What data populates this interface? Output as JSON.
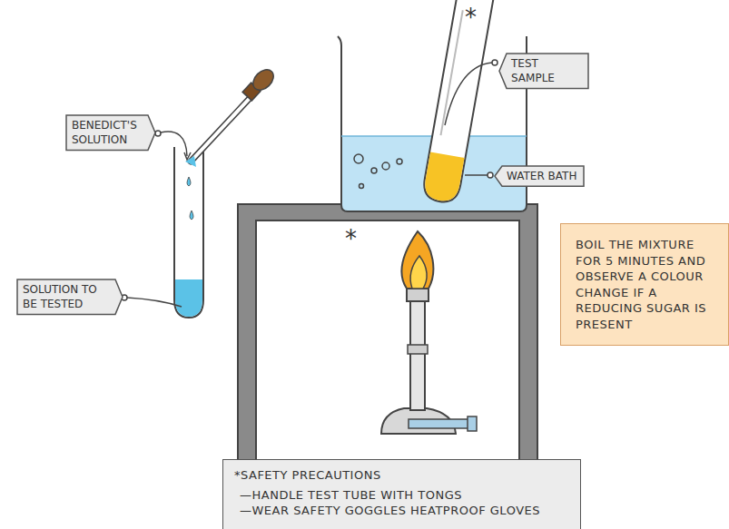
{
  "diagram": {
    "nodes": [
      {
        "text": [
          "BENEDICT'S SOLUTION"
        ]
      },
      {
        "text": [
          "TEST SAMPLE"
        ]
      },
      {
        "text": [
          "WATER BATH"
        ]
      },
      {
        "text": [
          "SOLUTION TO BE TESTED"
        ]
      },
      {
        "text": [
          "BOIL THE MIXTURE FOR 5 MINUTES AND OBSERVE A COLOUR CHANGE IF A REDUCING SUGAR IS PRESENT"
        ]
      },
      {
        "text": [
          "*SAFETY PRECAUTIONS",
          "—HANDLE TEST TUBE WITH TONGS",
          "—WEAR SAFETY GOGGLES HEATPROOF GLOVES"
        ]
      }
    ],
    "labels": [
      "*",
      "*"
    ]
  }
}
